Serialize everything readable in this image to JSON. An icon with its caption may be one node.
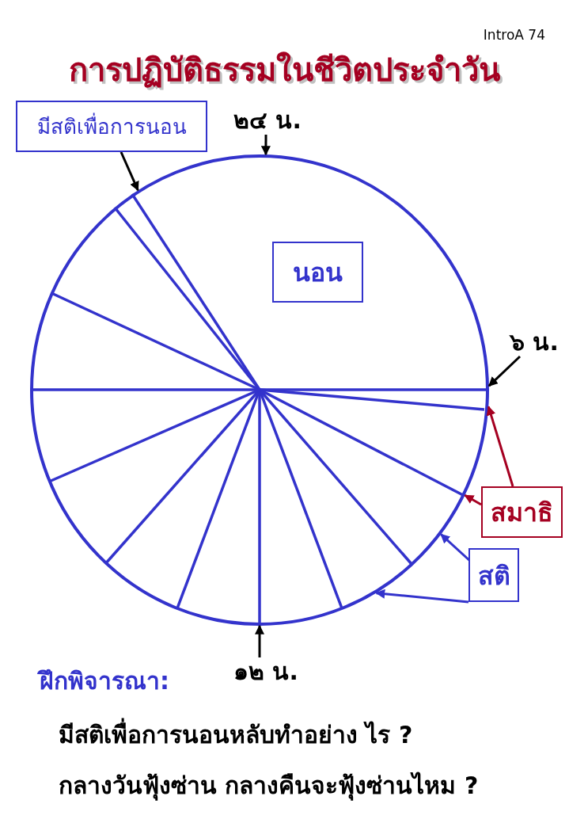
{
  "diagram": {
    "title": "การปฏิบัติธรรมในชีวิตประจำวัน",
    "nodes": [
      {
        "text": [
          "มีสติเพื่อการนอน"
        ]
      },
      {
        "text": [
          "๒๔ น."
        ]
      },
      {
        "text": [],
        "shape": "circle"
      },
      {
        "text": [
          "นอน"
        ],
        "in": 2
      },
      {
        "text": [
          "๖ น."
        ]
      },
      {
        "text": [
          "สมาธิ"
        ]
      },
      {
        "text": [
          "สติ"
        ]
      },
      {
        "text": [
          "๑๒ น."
        ]
      }
    ],
    "edges": [
      {
        "from": 0,
        "to": 2,
        "arrow": "to"
      },
      {
        "from": 1,
        "to": 2,
        "arrow": "to"
      },
      {
        "from": 4,
        "to": 2,
        "arrow": "to"
      },
      {
        "from": 5,
        "to": 2,
        "arrow": "to",
        "color": "#a50021"
      },
      {
        "from": 5,
        "to": 2,
        "arrow": "to",
        "color": "#a50021"
      },
      {
        "from": 6,
        "to": 2,
        "arrow": "to",
        "color": "#3333cc"
      },
      {
        "from": 6,
        "to": 2,
        "arrow": "to",
        "color": "#3333cc"
      },
      {
        "from": 7,
        "to": 2,
        "arrow": "to"
      }
    ],
    "labels": [
      "IntroA 74",
      "ฝึกพิจารณา:",
      "มีสติเพื่อการนอนหลับทำอย่าง ไร ?",
      "กลางวันฟุ้งซ่าน กลางคืนจะฟุ้งซ่านไหม ?"
    ]
  }
}
